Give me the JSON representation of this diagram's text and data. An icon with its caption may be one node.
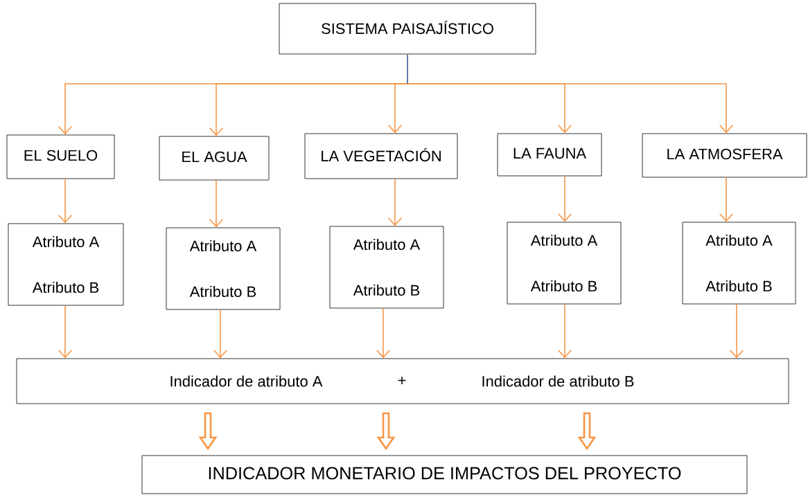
{
  "diagram": {
    "nodes": [
      {
        "text": [
          "SISTEMA PAISAJÍSTICO"
        ]
      },
      {
        "text": [
          "EL SUELO"
        ]
      },
      {
        "text": [
          "EL AGUA"
        ]
      },
      {
        "text": [
          "LA VEGETACIÓN"
        ]
      },
      {
        "text": [
          "LA FAUNA"
        ]
      },
      {
        "text": [
          "LA ATMOSFERA"
        ]
      },
      {
        "text": [
          "Atributo A",
          "Atributo B"
        ]
      },
      {
        "text": [
          "Atributo A",
          "Atributo B"
        ]
      },
      {
        "text": [
          "Atributo A",
          "Atributo B"
        ]
      },
      {
        "text": [
          "Atributo A",
          "Atributo B"
        ]
      },
      {
        "text": [
          "Atributo A",
          "Atributo B"
        ]
      },
      {
        "text": [
          "Indicador de atributo A",
          "+",
          "Indicador de atributo B"
        ]
      },
      {
        "text": [
          "INDICADOR MONETARIO DE IMPACTOS DEL PROYECTO"
        ]
      }
    ],
    "edges": [
      {
        "from": 0,
        "to": 1,
        "arrow": "to"
      },
      {
        "from": 0,
        "to": 2,
        "arrow": "to"
      },
      {
        "from": 0,
        "to": 3,
        "arrow": "to"
      },
      {
        "from": 0,
        "to": 4,
        "arrow": "to"
      },
      {
        "from": 0,
        "to": 5,
        "arrow": "to"
      },
      {
        "from": 1,
        "to": 6,
        "arrow": "to"
      },
      {
        "from": 2,
        "to": 7,
        "arrow": "to"
      },
      {
        "from": 3,
        "to": 8,
        "arrow": "to"
      },
      {
        "from": 4,
        "to": 9,
        "arrow": "to"
      },
      {
        "from": 5,
        "to": 10,
        "arrow": "to"
      },
      {
        "from": 6,
        "to": 11,
        "arrow": "to"
      },
      {
        "from": 7,
        "to": 11,
        "arrow": "to"
      },
      {
        "from": 8,
        "to": 11,
        "arrow": "to"
      },
      {
        "from": 9,
        "to": 11,
        "arrow": "to"
      },
      {
        "from": 10,
        "to": 11,
        "arrow": "to"
      },
      {
        "from": 11,
        "to": 12,
        "arrow": "to",
        "style": "thick"
      },
      {
        "from": 11,
        "to": 12,
        "arrow": "to",
        "style": "thick"
      },
      {
        "from": 11,
        "to": 12,
        "arrow": "to",
        "style": "thick"
      }
    ]
  }
}
